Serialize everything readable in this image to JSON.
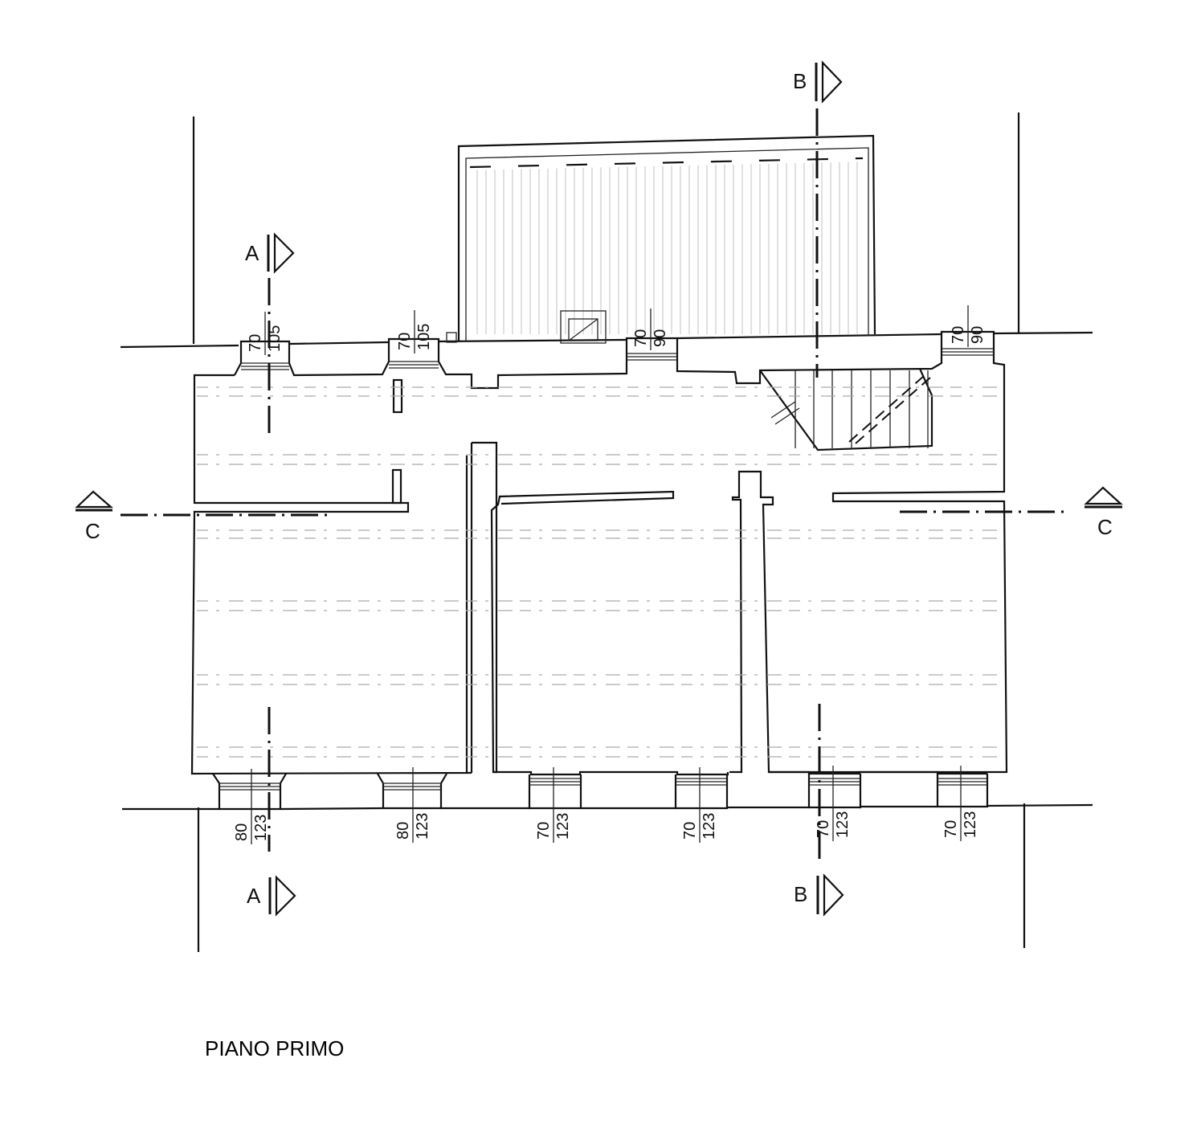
{
  "title": "PIANO PRIMO",
  "sections": {
    "a": "A",
    "b": "B",
    "c": "C"
  },
  "windows_top": [
    {
      "w": "70",
      "h": "105"
    },
    {
      "w": "70",
      "h": "105"
    },
    {
      "w": "70",
      "h": "90"
    },
    {
      "w": "70",
      "h": "90"
    }
  ],
  "windows_bottom": [
    {
      "w": "80",
      "h": "123"
    },
    {
      "w": "80",
      "h": "123"
    },
    {
      "w": "70",
      "h": "123"
    },
    {
      "w": "70",
      "h": "123"
    },
    {
      "w": "70",
      "h": "123"
    },
    {
      "w": "70",
      "h": "123"
    }
  ]
}
